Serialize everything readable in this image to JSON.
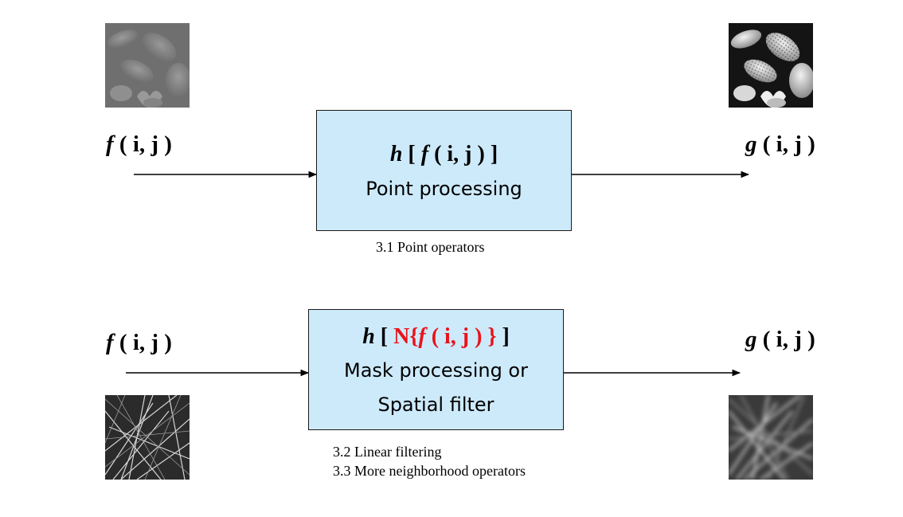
{
  "top": {
    "input_symbol": "f",
    "input_args": "( i, j )",
    "output_symbol": "g",
    "output_args": "( i, j )",
    "box_formula_prefix": "h",
    "box_formula_open": " [ ",
    "box_formula_f": "f",
    "box_formula_args": " ( i, j ) ",
    "box_formula_close": "]",
    "box_label": "Point processing",
    "caption": "3.1 Point operators"
  },
  "bottom": {
    "input_symbol": "f",
    "input_args": "( i, j )",
    "output_symbol": "g",
    "output_args": "( i, j )",
    "box_formula_prefix": "h",
    "box_formula_open": " [ ",
    "box_formula_red_prefix": "N{",
    "box_formula_f": "f",
    "box_formula_args": " ( i, j ) }",
    "box_formula_close": " ]",
    "box_label_line1": "Mask processing or",
    "box_label_line2": "Spatial filter",
    "caption_line1": "3.2 Linear filtering",
    "caption_line2": "3.3 More neighborhood operators"
  },
  "images": {
    "top_input": "pollen-image-low-contrast",
    "top_output": "pollen-image-enhanced",
    "bottom_input": "grass-image-sharp",
    "bottom_output": "grass-image-blurred"
  },
  "colors": {
    "box_fill": "#cdeafb",
    "highlight_red": "#e8141b"
  }
}
